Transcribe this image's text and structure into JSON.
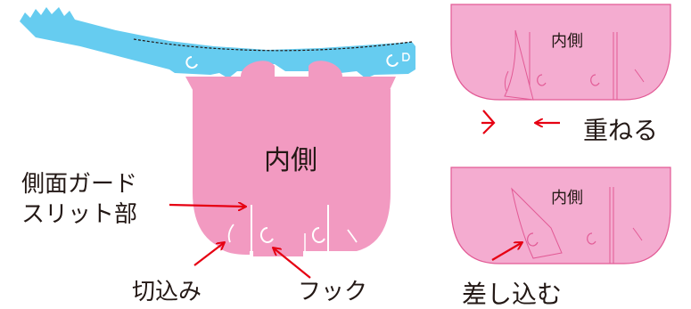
{
  "main_label_inner": "内側",
  "callouts": {
    "slit_line1": "側面ガード",
    "slit_line2": "スリット部",
    "notch": "切込み",
    "hook": "フック"
  },
  "top_right": {
    "inner_label": "内側",
    "caption": "重ねる"
  },
  "bottom_right": {
    "inner_label": "内側",
    "caption": "差し込む"
  },
  "colors": {
    "pink_fill": "#f29ac1",
    "pink_light": "#f4acd0",
    "pink_stroke": "#e25a95",
    "blue_strap": "#66ccf0",
    "arrow_red": "#e60012",
    "text": "#231815"
  }
}
